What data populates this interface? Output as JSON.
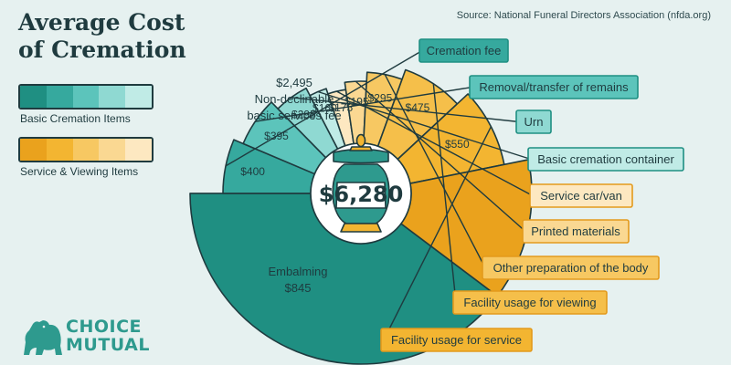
{
  "header": {
    "title_line1": "Average Cost",
    "title_line2": "of Cremation",
    "source_prefix": "Source:",
    "source_name": "National Funeral Directors Association",
    "source_suffix": "(nfda.org)"
  },
  "legend": {
    "basic_label": "Basic Cremation Items",
    "service_label": "Service & Viewing Items",
    "basic_swatches": [
      "#1f8f82",
      "#36a99e",
      "#5cc4bb",
      "#8fd9d2",
      "#c0ebe6"
    ],
    "service_swatches": [
      "#eaa21d",
      "#f3b531",
      "#f7c862",
      "#fad892",
      "#fde8c1"
    ]
  },
  "brand": {
    "line1": "CHOICE",
    "line2": "MUTUAL",
    "color": "#2e9a8e"
  },
  "chart_data": {
    "type": "pie",
    "center_label": "$6,280",
    "total": 6280,
    "categories": [
      "Non-declinable basic services fee",
      "Cremation fee",
      "Removal/transfer of remains",
      "Urn",
      "Basic cremation container",
      "Service car/van",
      "Printed materials",
      "Other preparation of the body",
      "Facility usage for viewing",
      "Facility usage for service",
      "Embalming"
    ],
    "values": [
      2495,
      400,
      395,
      295,
      160,
      175,
      195,
      295,
      475,
      550,
      845
    ],
    "value_labels": [
      "$2,495",
      "$400",
      "$395",
      "$295",
      "$160",
      "$175",
      "$195",
      "$295",
      "$475",
      "$550",
      "$845"
    ],
    "group": [
      "basic",
      "basic",
      "basic",
      "basic",
      "basic",
      "service",
      "service",
      "service",
      "service",
      "service",
      "service"
    ],
    "colors": [
      "#1f8f82",
      "#36a99e",
      "#5cc4bb",
      "#8fd9d2",
      "#c0ebe6",
      "#fde8c1",
      "#fad892",
      "#f7c862",
      "#f5bf4a",
      "#f3b531",
      "#eaa21d"
    ],
    "group_labels": [
      "Basic Cremation Items",
      "Service & Viewing Items"
    ],
    "inside_labels": {
      "0": [
        "$2,495",
        "Non-declinable",
        "basic services fee"
      ],
      "10": [
        "Embalming",
        "$845"
      ]
    },
    "callout_border_basic": "#1f8f82",
    "callout_border_service": "#e39a1c"
  }
}
